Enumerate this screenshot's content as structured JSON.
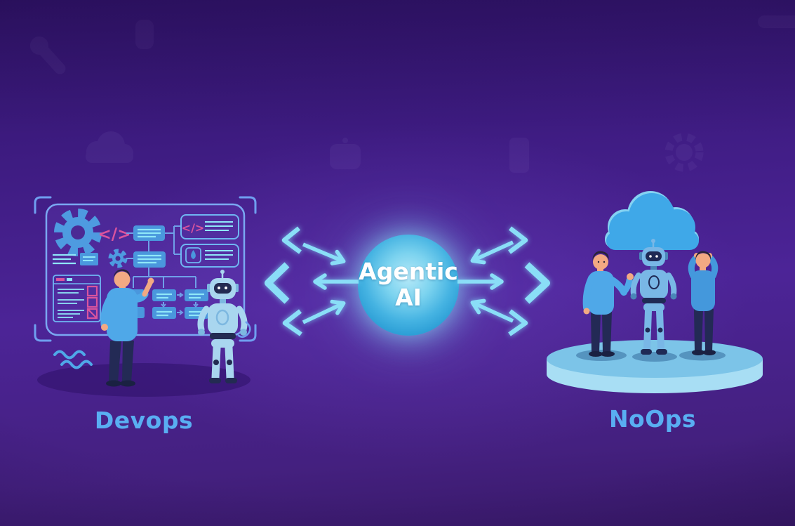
{
  "scene": {
    "left": {
      "label": "Devops"
    },
    "center": {
      "title_line1": "Agentic",
      "title_line2": "AI"
    },
    "right": {
      "label": "NoOps"
    }
  },
  "board_glyphs": {
    "code": "</>",
    "card_code": "</>"
  },
  "icons": [
    "gear-icon",
    "code-icon",
    "flowchart",
    "checklist",
    "notes-lines",
    "drop-icon",
    "wave-lines",
    "robot",
    "developer-figure",
    "cloud-icon",
    "platform",
    "flow-arrows",
    "agentic-ai-orb",
    "corner-brackets",
    "watermark-wrench",
    "watermark-cloud",
    "watermark-robot-head",
    "watermark-phone",
    "watermark-gear"
  ],
  "colors": {
    "background_top": "#31146a",
    "background_mid": "#4c2497",
    "arrow_cyan": "#8adef7",
    "orb_blue": "#45b3e2",
    "orb_text": "#ffffff",
    "label_blue": "#59aef2",
    "pink": "#d9549e",
    "gear_blue": "#4e9be0",
    "box_blue": "#4a97dd",
    "line_cyan": "#8fe7f8",
    "panel_stroke": "#6fb6f2",
    "board_stroke": "#7aa8f2",
    "cloud_blue": "#3fa8e8",
    "platform_top": "#7cc4e8",
    "platform_side": "#a8def4",
    "robot_light": "#a9d6ef",
    "robot_mid": "#79b7e6",
    "navy": "#232a55",
    "skin": "#f2a983",
    "shirt_blue": "#4fa8e8"
  }
}
